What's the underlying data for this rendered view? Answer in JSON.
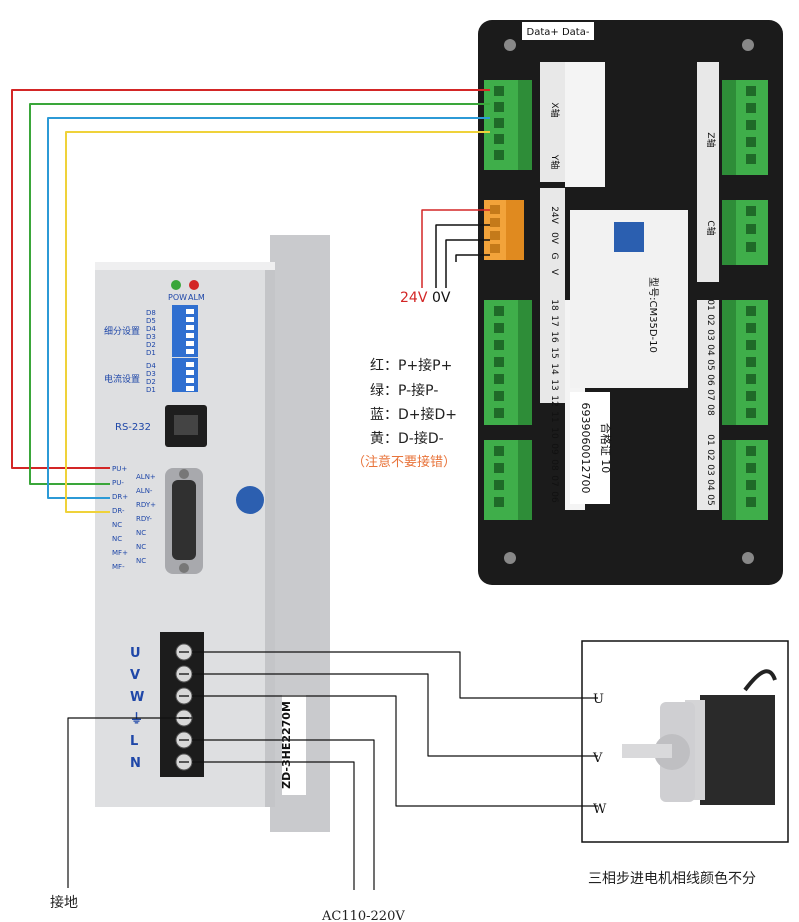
{
  "controller": {
    "header_label": "Data+ Data-",
    "model_text": "型号:CM35D-10",
    "barcode_text": "6939060012700",
    "cert_text": "合格证 10",
    "left_terminal_labels": [
      "X轴",
      "Y轴"
    ],
    "power_labels": [
      "24V",
      "0V",
      "G",
      "V"
    ],
    "right_axis_labels": [
      "Z轴",
      "C轴"
    ],
    "io_numbers_top": [
      "01",
      "02",
      "03",
      "04",
      "05",
      "06",
      "07",
      "08"
    ],
    "io_numbers_bottom": [
      "01",
      "02",
      "03",
      "04",
      "05"
    ],
    "io_numbers_left": [
      "18",
      "17",
      "16",
      "15",
      "14",
      "13",
      "12",
      "11",
      "10",
      "09",
      "08",
      "07",
      "06"
    ]
  },
  "power_input": {
    "label_24v": "24V",
    "label_0v": "0V"
  },
  "driver": {
    "leds": [
      "POW",
      "ALM"
    ],
    "dip_group1_title": "细分设置",
    "dip_group1_labels": [
      "D8",
      "D5",
      "D4",
      "D3",
      "D2",
      "D1"
    ],
    "dip_group2_title": "电流设置",
    "dip_group2_labels": [
      "D4",
      "D3",
      "D2",
      "D1"
    ],
    "rs232_label": "RS-232",
    "signal_left": [
      "PU+",
      "PU-",
      "DR+",
      "DR-",
      "NC",
      "NC",
      "MF+",
      "MF-"
    ],
    "signal_right": [
      "ALN+",
      "ALN-",
      "RDY+",
      "RDY-",
      "NC",
      "NC",
      "NC"
    ],
    "power_terminals": [
      "U",
      "V",
      "W",
      "⏚",
      "L",
      "N"
    ],
    "model_text": "ZD-3HE2270M"
  },
  "wiring_legend": {
    "lines": [
      "红：P+接P+",
      "绿：P-接P-",
      "蓝：D+接D+",
      "黄：D-接D-"
    ],
    "warning": "（注意不要接错）"
  },
  "motor": {
    "phase_labels": [
      "U",
      "V",
      "W"
    ],
    "caption": "三相步进电机相线颜色不分"
  },
  "labels": {
    "ground": "接地",
    "ac_input": "AC110-220V"
  },
  "colors": {
    "red": "#d32626",
    "green": "#3aa63a",
    "blue": "#2c9ad6",
    "yellow": "#efd23a",
    "terminal_green": "#3fae4a",
    "terminal_orange": "#f2a33a",
    "panel_black": "#1b1b1b",
    "driver_body": "#d9dadc",
    "black_wire": "#111111"
  }
}
